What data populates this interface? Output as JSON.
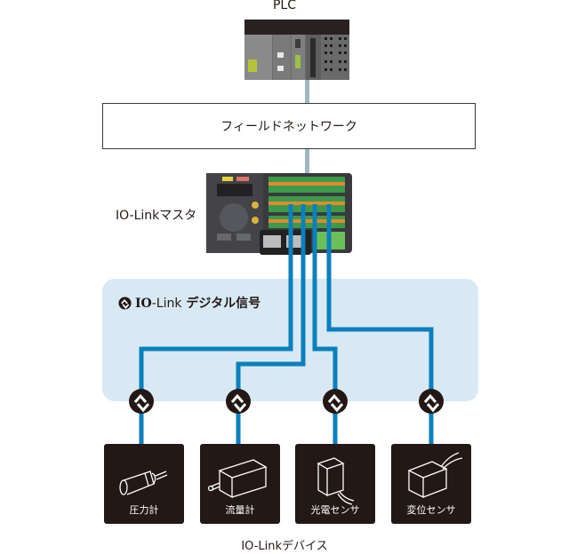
{
  "plc": {
    "label": "PLC"
  },
  "network": {
    "label": "フィールドネットワーク"
  },
  "master": {
    "label": "IO-Linkマスタ"
  },
  "signal": {
    "io": "IO",
    "link": "-Link",
    "text": " デジタル信号"
  },
  "devices": [
    {
      "label": "圧力計",
      "icon": "pressure-gauge-icon"
    },
    {
      "label": "流量計",
      "icon": "flow-meter-icon"
    },
    {
      "label": "光電センサ",
      "icon": "photoelectric-sensor-icon"
    },
    {
      "label": "変位センサ",
      "icon": "displacement-sensor-icon"
    }
  ],
  "devices_caption": "IO-Linkデバイス",
  "colors": {
    "signal_line": "#0a80bd",
    "network_line": "#9fb8c0",
    "zone_bg": "#d8e9f3",
    "device_bg": "#231815"
  }
}
